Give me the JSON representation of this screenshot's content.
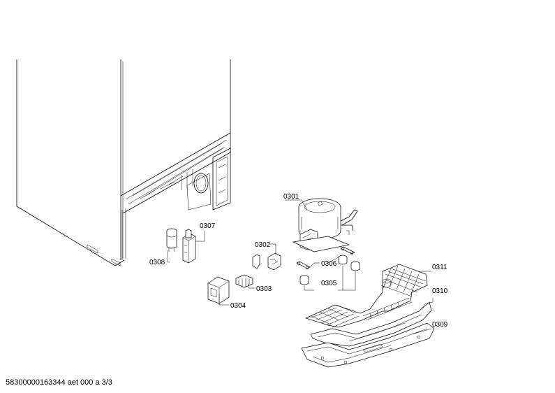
{
  "labels": {
    "p0301": "0301",
    "p0302": "0302",
    "p0303": "0303",
    "p0304": "0304",
    "p0305": "0305",
    "p0306": "0306",
    "p0307": "0307",
    "p0308": "0308",
    "p0309": "0309",
    "p0310": "0310",
    "p0311": "0311"
  },
  "footer": {
    "doc_ref": "58300000163344 aet 000 a 3/3"
  }
}
